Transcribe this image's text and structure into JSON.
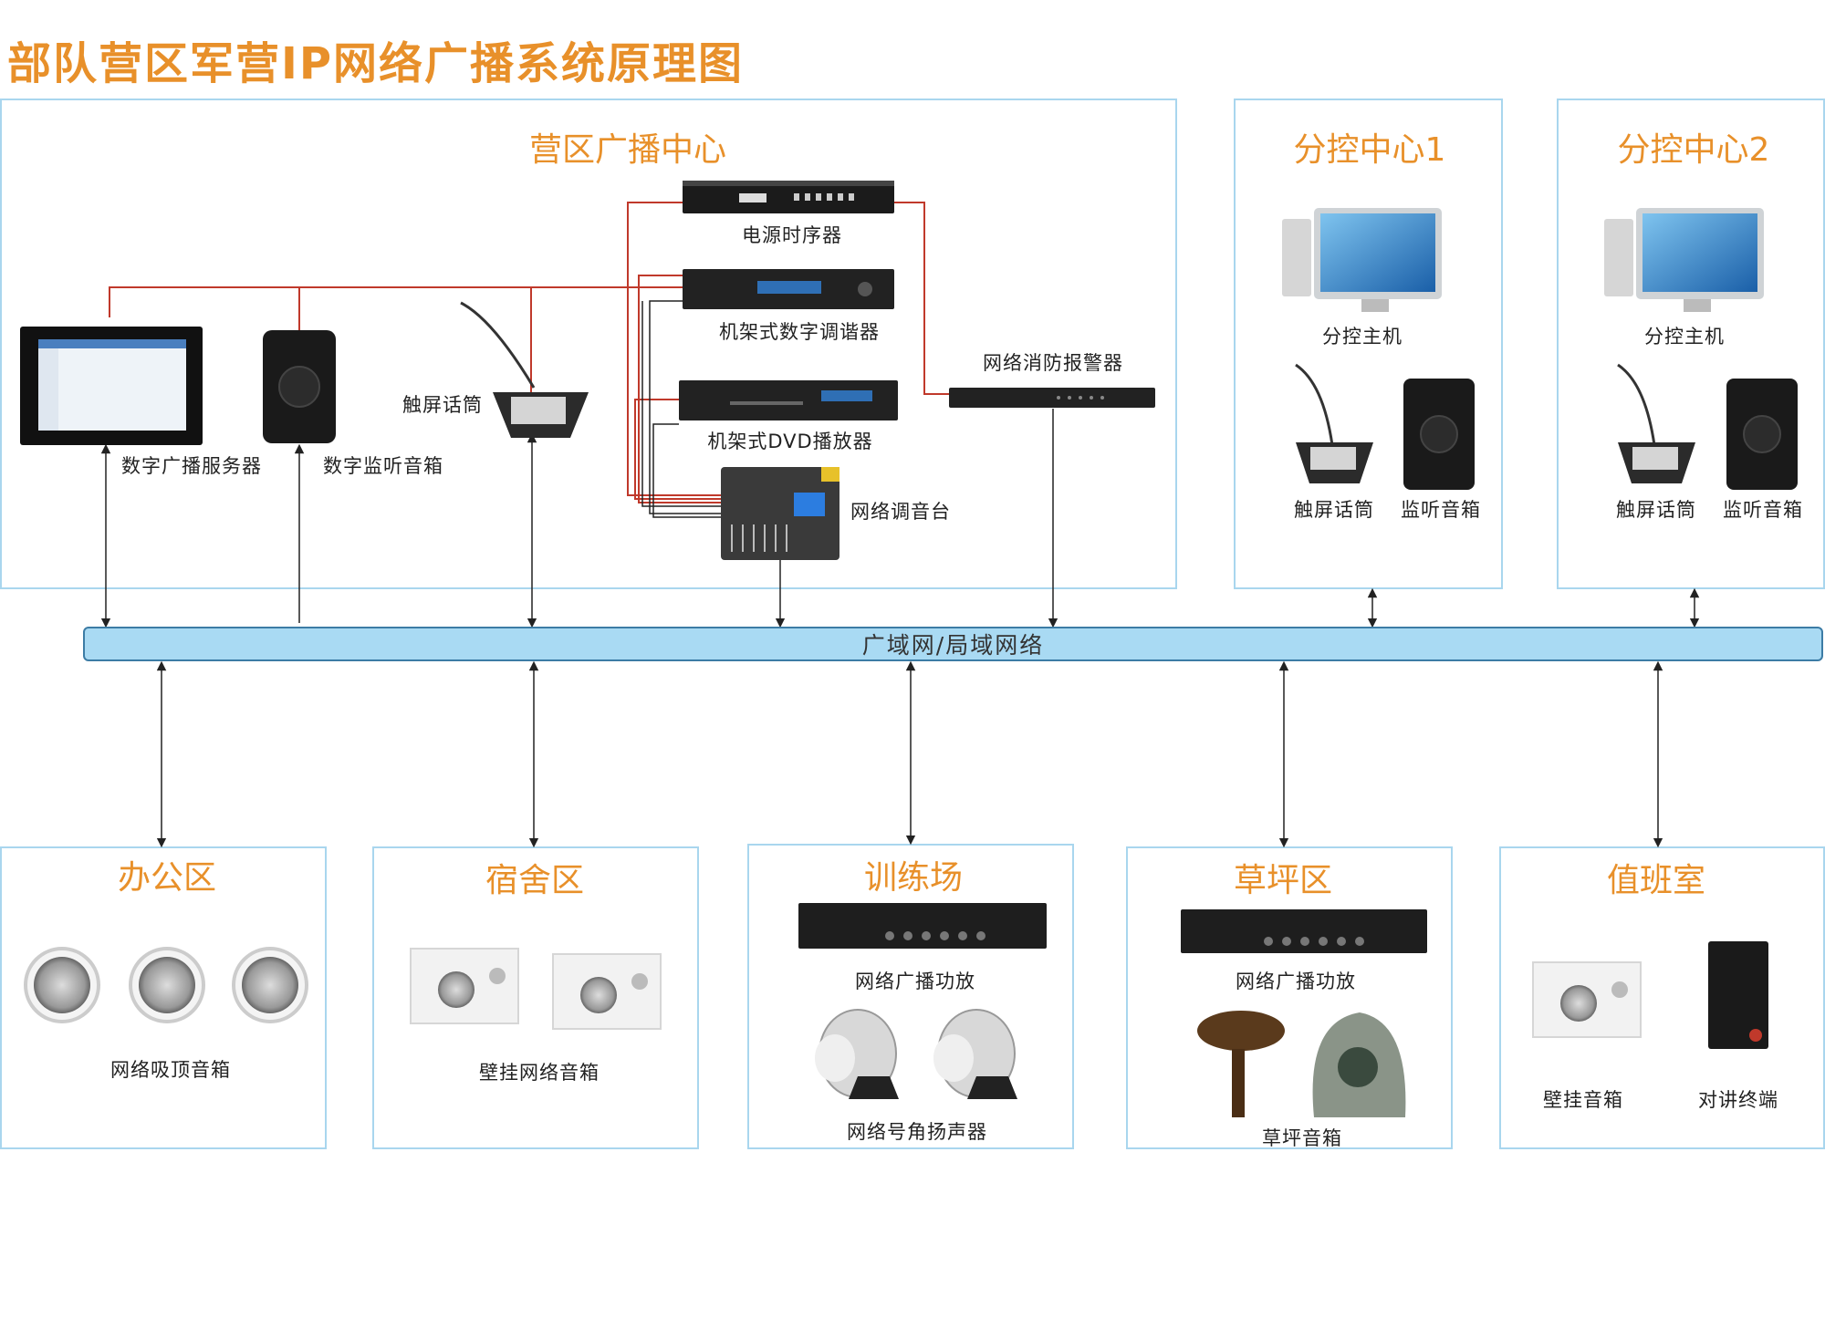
{
  "title": "部队营区军营IP网络广播系统原理图",
  "network_bus": "广域网/局域网络",
  "center": {
    "title": "营区广播中心",
    "devices": {
      "power_sequencer": "电源时序器",
      "tuner": "机架式数字调谐器",
      "dvd": "机架式DVD播放器",
      "mixer": "网络调音台",
      "fire_alarm": "网络消防报警器",
      "server": "数字广播服务器",
      "monitor_speaker": "数字监听音箱",
      "touch_mic": "触屏话筒"
    }
  },
  "sub_centers": [
    {
      "title": "分控中心1",
      "host": "分控主机",
      "mic": "触屏话筒",
      "speaker": "监听音箱"
    },
    {
      "title": "分控中心2",
      "host": "分控主机",
      "mic": "触屏话筒",
      "speaker": "监听音箱"
    }
  ],
  "zones": {
    "office": {
      "title": "办公区",
      "device": "网络吸顶音箱"
    },
    "dorm": {
      "title": "宿舍区",
      "device": "壁挂网络音箱"
    },
    "training": {
      "title": "训练场",
      "amp": "网络广播功放",
      "horn": "网络号角扬声器"
    },
    "lawn": {
      "title": "草坪区",
      "amp": "网络广播功放",
      "speaker": "草坪音箱"
    },
    "duty": {
      "title": "值班室",
      "speaker": "壁挂音箱",
      "intercom": "对讲终端"
    }
  },
  "colors": {
    "title": "#e8902a",
    "panel_border": "#a9d6ee",
    "bus_fill": "#a9daf3",
    "signal_line": "#c0392b"
  }
}
